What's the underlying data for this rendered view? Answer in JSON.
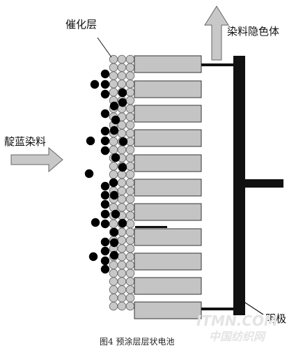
{
  "labels": {
    "catalyst_layer": "催化层",
    "dye_out": "染料隐色体",
    "dye_in": "靛蓝染料",
    "cathode": "阴极"
  },
  "caption": "图4 预涂层层状电池",
  "watermark": {
    "line1": "ITMN.COM",
    "line2": "中国纺织网"
  },
  "colors": {
    "plate_fill": "#c4c4c4",
    "plate_stroke": "#333333",
    "bead_fill": "#c8c8c8",
    "bead_stroke": "#6a6a6a",
    "dot": "#000000",
    "cathode": "#111111",
    "arrow_fill": "#c8c8c8"
  }
}
